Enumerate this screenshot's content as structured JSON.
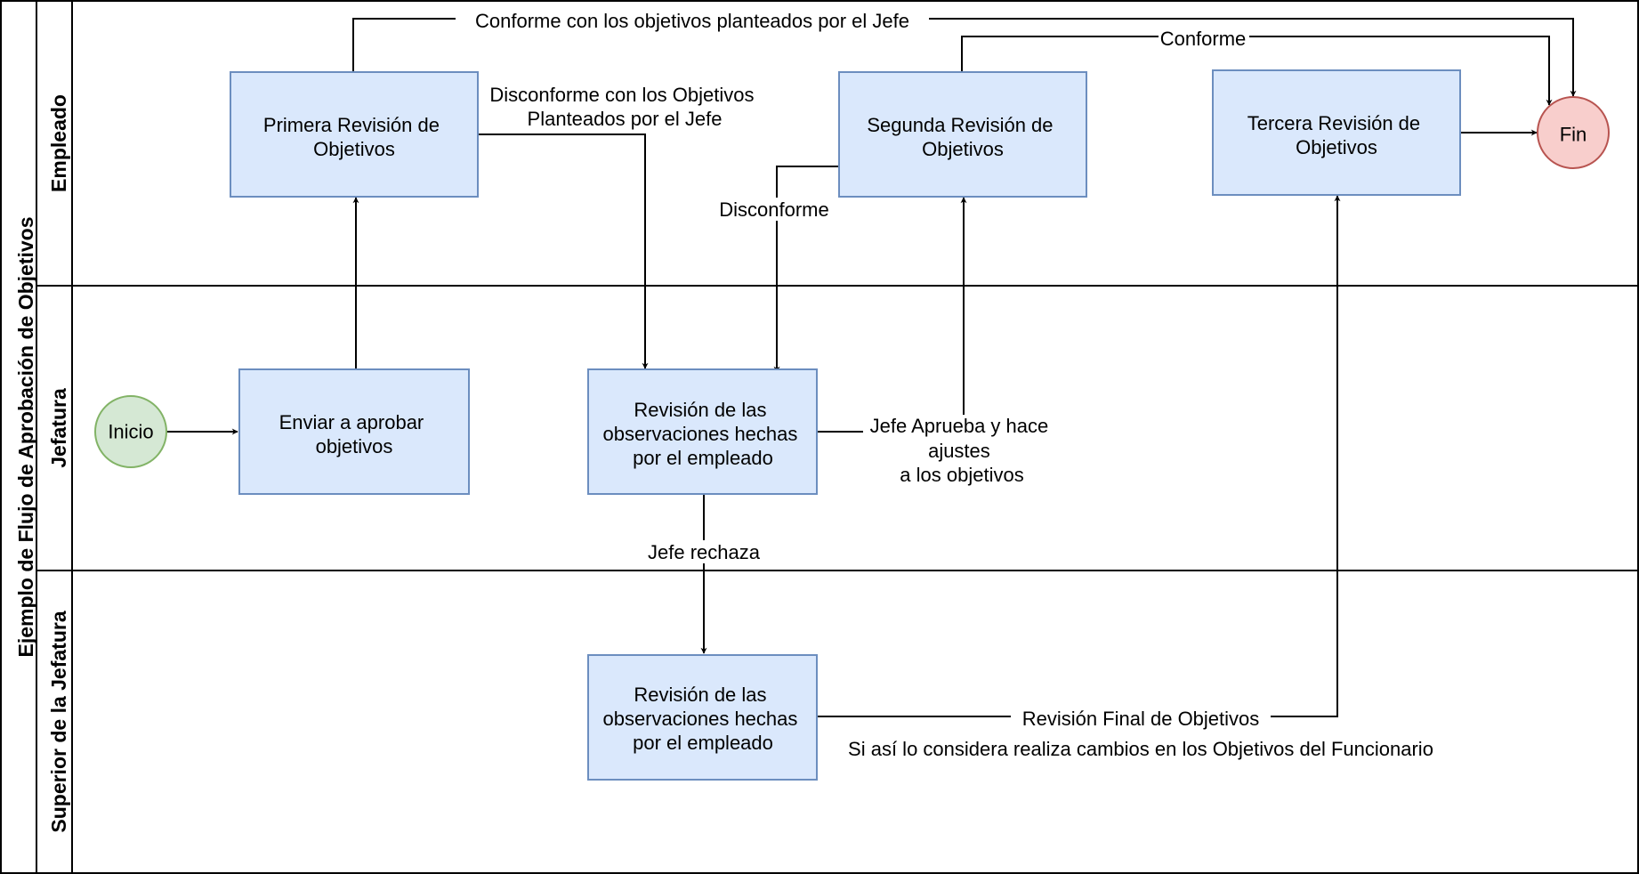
{
  "pool": {
    "title": "Ejemplo de Flujo de Aprobación de Objetivos",
    "lanes": [
      "Empleado",
      "Jefatura",
      "Superior de la Jefatura"
    ]
  },
  "nodes": {
    "start": "Inicio",
    "end": "Fin",
    "send": [
      "Enviar a aprobar",
      "objetivos"
    ],
    "first": [
      "Primera Revisión de",
      "Objetivos"
    ],
    "second": [
      "Segunda Revisión de",
      "Objetivos"
    ],
    "third": [
      "Tercera Revisión de",
      "Objetivos"
    ],
    "review_boss": [
      "Revisión de las",
      "observaciones hechas",
      "por el empleado"
    ],
    "review_superior": [
      "Revisión de las",
      "observaciones hechas",
      "por el empleado"
    ]
  },
  "edges": {
    "first_ok": "Conforme con los objetivos planteados por el Jefe",
    "second_ok": "Conforme",
    "first_disagree": [
      "Disconforme con los Objetivos",
      "Planteados por el Jefe"
    ],
    "second_disagree": "Disconforme",
    "boss_approves": [
      "Jefe Aprueba y hace",
      "ajustes",
      "a los objetivos"
    ],
    "boss_rejects": "Jefe rechaza",
    "final_review": "Revisión Final de Objetivos",
    "final_note": "Si así lo considera realiza cambios en los Objetivos del Funcionario"
  },
  "colors": {
    "task_fill": "#dae8fc",
    "task_stroke": "#6c8ebf",
    "start_fill": "#d5e8d4",
    "start_stroke": "#82b366",
    "end_fill": "#f8cecc",
    "end_stroke": "#b85450"
  }
}
